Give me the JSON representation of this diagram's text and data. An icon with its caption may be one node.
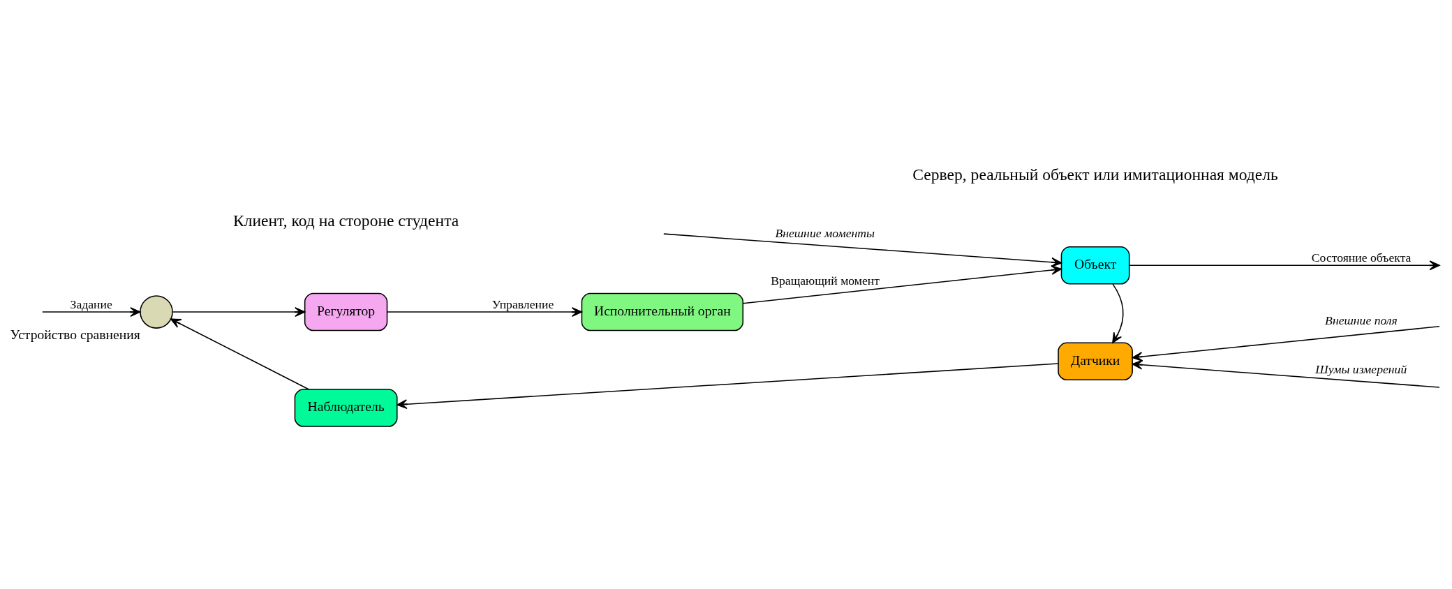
{
  "diagram": {
    "nodes": [
      {
        "text": [],
        "shape": "circle",
        "beside": [
          "Устройство сравнения"
        ]
      },
      {
        "text": [
          "Регулятор"
        ]
      },
      {
        "text": [
          "Исполнительный орган"
        ]
      },
      {
        "text": [
          "Объект"
        ]
      },
      {
        "text": [
          "Датчики"
        ]
      },
      {
        "text": [
          "Наблюдатель"
        ]
      }
    ],
    "edges": [
      {
        "from": null,
        "to": 0,
        "arrow": "to",
        "label": "Задание"
      },
      {
        "from": 0,
        "to": 1,
        "arrow": "to"
      },
      {
        "from": 1,
        "to": 2,
        "arrow": "to",
        "label": "Управление"
      },
      {
        "from": 2,
        "to": 3,
        "arrow": "to",
        "label": "Вращающий момент"
      },
      {
        "from": null,
        "to": 3,
        "arrow": "to",
        "label": "Внешние моменты"
      },
      {
        "from": 3,
        "to": null,
        "arrow": "to",
        "label": "Состояние объекта"
      },
      {
        "from": 3,
        "to": 4,
        "arrow": "to"
      },
      {
        "from": 4,
        "to": 5,
        "arrow": "to"
      },
      {
        "from": 5,
        "to": 0,
        "arrow": "to"
      },
      {
        "from": null,
        "to": 4,
        "arrow": "to",
        "label": "Внешние поля"
      },
      {
        "from": null,
        "to": 4,
        "arrow": "to",
        "label": "Шумы измерений"
      }
    ],
    "labels": [
      "Клиент, код на стороне студента",
      "Сервер, реальный объект или имитационная модель"
    ]
  }
}
